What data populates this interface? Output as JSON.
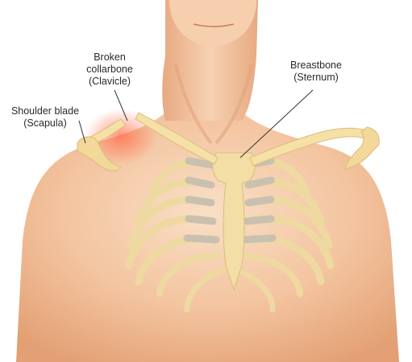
{
  "labels": {
    "broken_collarbone": {
      "line1": "Broken",
      "line2": "collarbone",
      "line3": "(Clavicle)"
    },
    "shoulder_blade": {
      "line1": "Shoulder blade",
      "line2": "(Scapula)"
    },
    "breastbone": {
      "line1": "Breastbone",
      "line2": "(Sternum)"
    }
  },
  "colors": {
    "skin_light": "#f8dcc0",
    "skin": "#f0b98e",
    "skin_dark": "#d9905f",
    "bone": "#f5e0a6",
    "bone_shadow": "#e2c27c",
    "cartilage": "#c9c0b0",
    "injury_glow": "#ff7a55",
    "leader_line": "#333333",
    "label_text": "#2a2a2a"
  }
}
